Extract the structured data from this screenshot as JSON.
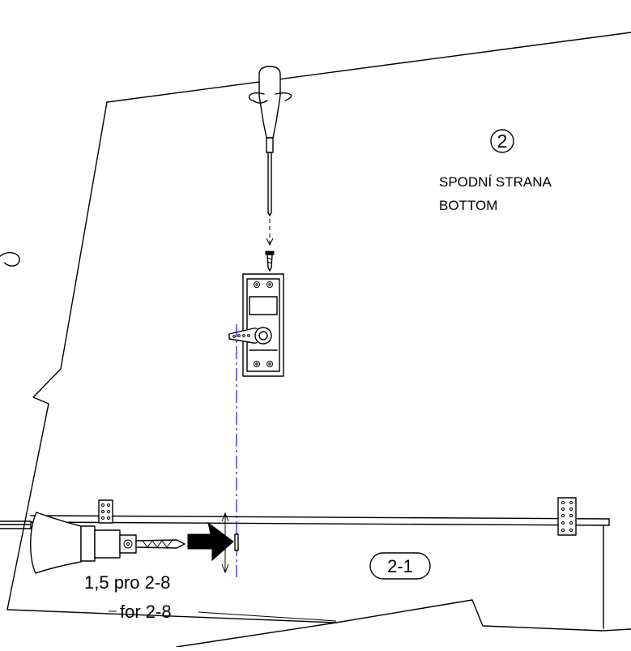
{
  "labels": {
    "part_2": "2",
    "bottom_cz": "SPODNÍ STRANA",
    "bottom_en": "BOTTOM",
    "part_2_1": "2-1",
    "drill_cz": "1,5 pro 2-8",
    "drill_en": "for 2-8"
  },
  "colors": {
    "line": "#000000",
    "centerline": "#1a1ac8",
    "background": "#ffffff"
  }
}
